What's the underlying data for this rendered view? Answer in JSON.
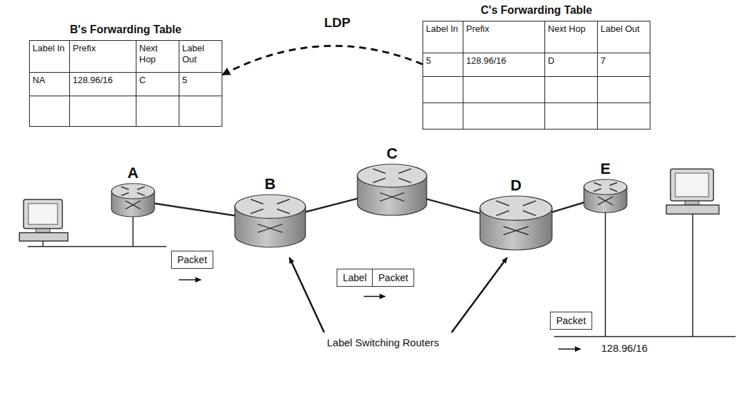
{
  "diagram": {
    "nodes": [
      {
        "text": [
          "B's Forwarding Table",
          "Label In",
          "Prefix",
          "Next Hop",
          "Label Out",
          "NA",
          "128.96/16",
          "C",
          "5"
        ]
      },
      {
        "text": [
          "C's Forwarding Table",
          "Label In",
          "Prefix",
          "Next Hop",
          "Label Out",
          "5",
          "128.96/16",
          "D",
          "7"
        ]
      },
      {
        "text": [
          "A"
        ]
      },
      {
        "text": [
          "B"
        ]
      },
      {
        "text": [
          "C"
        ]
      },
      {
        "text": [
          "D"
        ]
      },
      {
        "text": [
          "E"
        ]
      },
      {
        "text": [
          "Packet"
        ]
      },
      {
        "text": [
          "Label",
          "Packet"
        ]
      },
      {
        "text": [
          "Packet"
        ]
      }
    ],
    "edges": [
      {
        "from": 1,
        "to": 0,
        "arrow": "to",
        "label": "LDP"
      },
      {
        "from": 2,
        "to": 3,
        "arrow": "none"
      },
      {
        "from": 3,
        "to": 4,
        "arrow": "none"
      },
      {
        "from": 4,
        "to": 5,
        "arrow": "none"
      },
      {
        "from": 5,
        "to": 6,
        "arrow": "none"
      }
    ],
    "labels": [
      "Label Switching Routers",
      "128.96/16"
    ]
  }
}
